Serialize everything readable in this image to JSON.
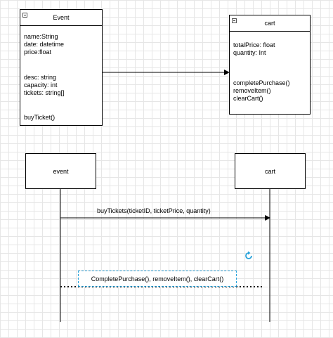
{
  "event_class": {
    "title": "Event",
    "attributes_group1": [
      "name:String",
      "date: datetime",
      "price:float"
    ],
    "attributes_group2": [
      "desc: string",
      "capacity: int",
      "tickets: string[]"
    ],
    "methods": [
      "buyTicket()"
    ]
  },
  "cart_class": {
    "title": "cart",
    "attributes": [
      "totalPrice: float",
      "quantity: Int"
    ],
    "methods": [
      "completePurchase()",
      "removeItem()",
      "clearCart()"
    ]
  },
  "sequence": {
    "lifelines": [
      "event",
      "cart"
    ],
    "message": "buyTickets(ticketID, ticketPrice, quantity)",
    "note": "CompletePurchase(), removeItem(), clearCart()"
  },
  "colors": {
    "line": "#000000",
    "note_border": "#29a3db",
    "icon": "#29a3db",
    "grid": "#e6e6e6"
  },
  "icons": [
    "collapse-icon",
    "refresh-icon"
  ]
}
